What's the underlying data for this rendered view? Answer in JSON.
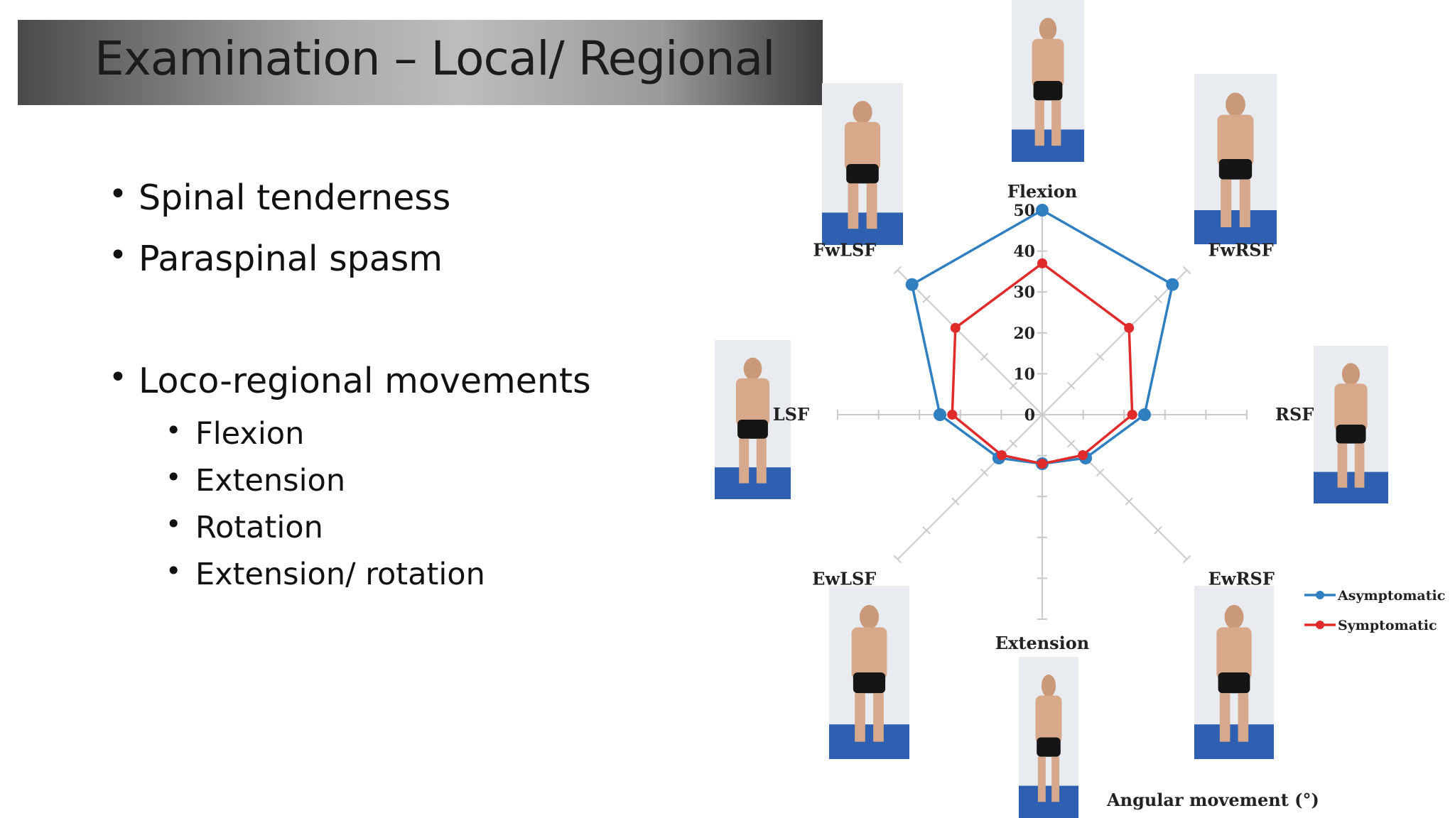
{
  "slide": {
    "title": "Examination – Local/ Regional",
    "bullets": [
      "Spinal tenderness",
      "Paraspinal spasm",
      "Loco-regional movements"
    ],
    "sub_bullets": [
      "Flexion",
      "Extension",
      "Rotation",
      "Extension/ rotation"
    ]
  },
  "figure": {
    "photos": [
      {
        "name": "flexion-photo",
        "label": "Flexion"
      },
      {
        "name": "fwrsf-photo",
        "label": "FwRSF"
      },
      {
        "name": "rsf-photo",
        "label": "RSF"
      },
      {
        "name": "ewrsf-photo",
        "label": "EwRSF"
      },
      {
        "name": "extension-photo",
        "label": "Extension"
      },
      {
        "name": "ewlsf-photo",
        "label": "EwLSF"
      },
      {
        "name": "lsf-photo",
        "label": "LSF"
      },
      {
        "name": "fwlsf-photo",
        "label": "FwLSF"
      }
    ]
  },
  "chart_data": {
    "type": "radar",
    "axes": [
      "Flexion",
      "FwRSF",
      "RSF",
      "EwRSF",
      "Extension",
      "EwLSF",
      "LSF",
      "FwLSF"
    ],
    "scale_ticks": [
      0,
      10,
      20,
      30,
      40,
      50
    ],
    "rmax": 50,
    "xlabel": "Angular movement (°)",
    "series": [
      {
        "name": "Asymptomatic",
        "color": "#2f7fc1",
        "values": [
          50,
          45,
          25,
          15,
          12,
          15,
          25,
          45
        ]
      },
      {
        "name": "Symptomatic",
        "color": "#e02b2b",
        "values": [
          37,
          30,
          22,
          14,
          12,
          14,
          22,
          30
        ]
      }
    ],
    "legend_position": "right"
  }
}
